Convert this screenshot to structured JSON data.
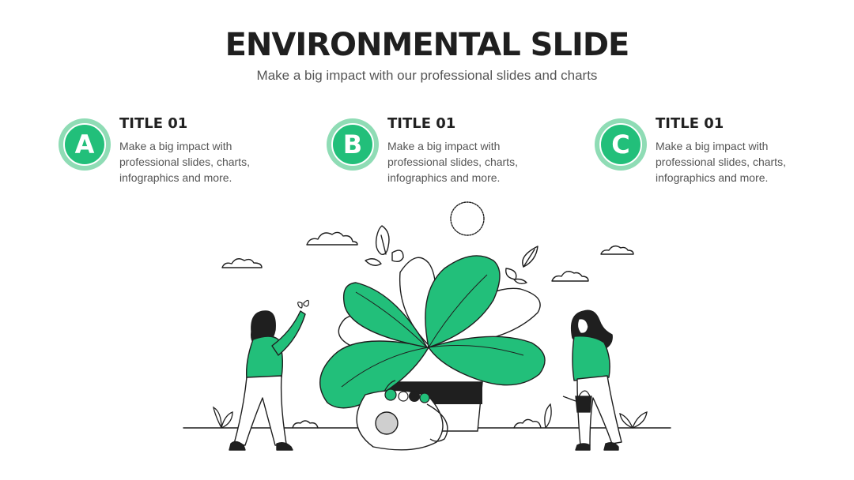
{
  "slide": {
    "title": "ENVIRONMENTAL SLIDE",
    "subtitle": "Make a big impact with our professional slides and charts"
  },
  "cards": [
    {
      "letter": "A",
      "title": "TITLE 01",
      "text": "Make a big impact with professional slides, charts, infographics and more."
    },
    {
      "letter": "B",
      "title": "TITLE 01",
      "text": "Make a big impact with professional slides, charts, infographics and more."
    },
    {
      "letter": "C",
      "title": "TITLE 01",
      "text": "Make a big impact with professional slides, charts, infographics and more."
    }
  ],
  "colors": {
    "accent": "#22bf7a",
    "accent_light": "#8fdcb5",
    "ink": "#1f1f1f",
    "text_muted": "#555555"
  },
  "illustration": {
    "icons": [
      "sun-icon",
      "cloud-icon",
      "plant-pot-icon",
      "leaf-icon",
      "person-icon",
      "watering-can-icon",
      "bag-icon",
      "butterfly-icon"
    ]
  }
}
